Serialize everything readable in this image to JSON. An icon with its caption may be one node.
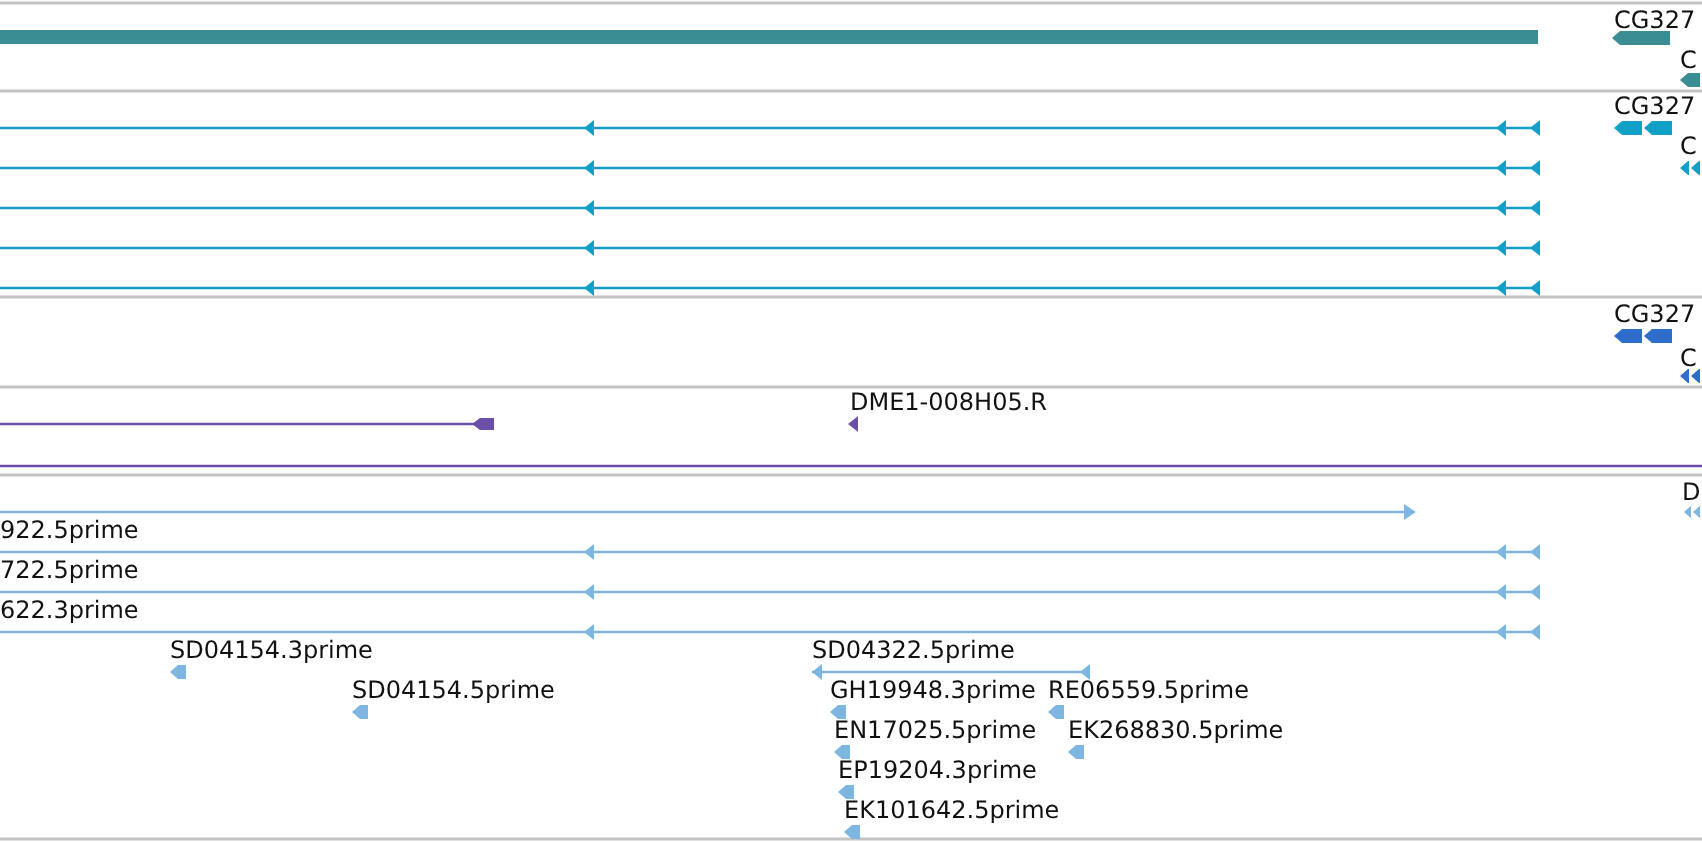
{
  "diagram": {
    "labels": [
      "CG327",
      "C",
      "CG327",
      "C",
      "CG327",
      "C",
      "DME1-008H05.R",
      "D",
      "922.5prime",
      "722.5prime",
      "622.3prime",
      "SD04154.3prime",
      "SD04322.5prime",
      "SD04154.5prime",
      "GH19948.3prime",
      "RE06559.5prime",
      "EN17025.5prime",
      "EK268830.5prime",
      "EP19204.3prime",
      "EK101642.5prime"
    ]
  }
}
